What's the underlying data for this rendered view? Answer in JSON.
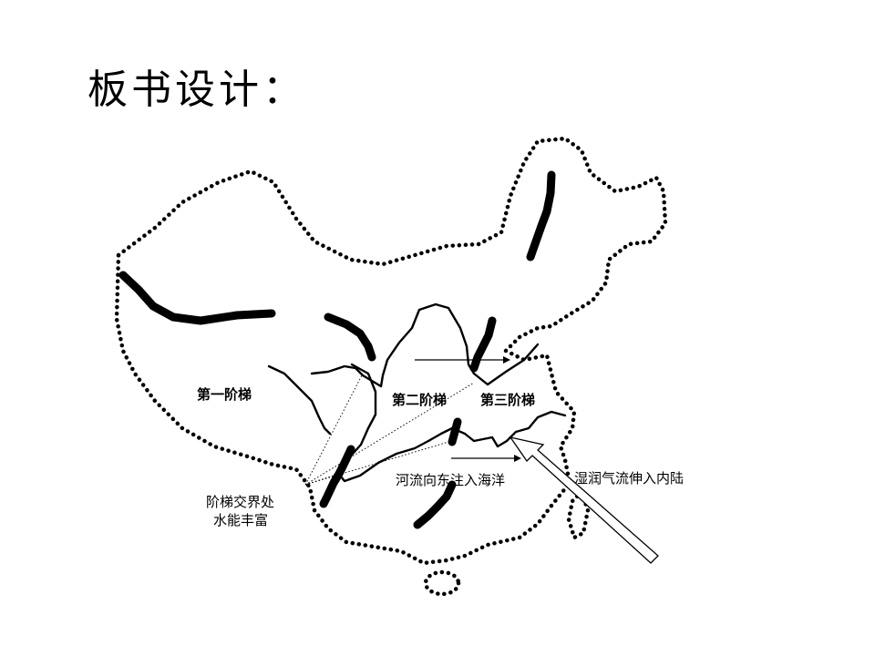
{
  "slide": {
    "title": "板书设计："
  },
  "map": {
    "labels": {
      "step_one": "第一阶梯",
      "step_two": "第二阶梯",
      "step_three": "第三阶梯",
      "rivers_flow_east": "河流向东注入海洋",
      "moist_air_inland": "湿润气流伸入内陆",
      "step_boundary_line1": "阶梯交界处",
      "step_boundary_line2": "水能丰富"
    }
  }
}
